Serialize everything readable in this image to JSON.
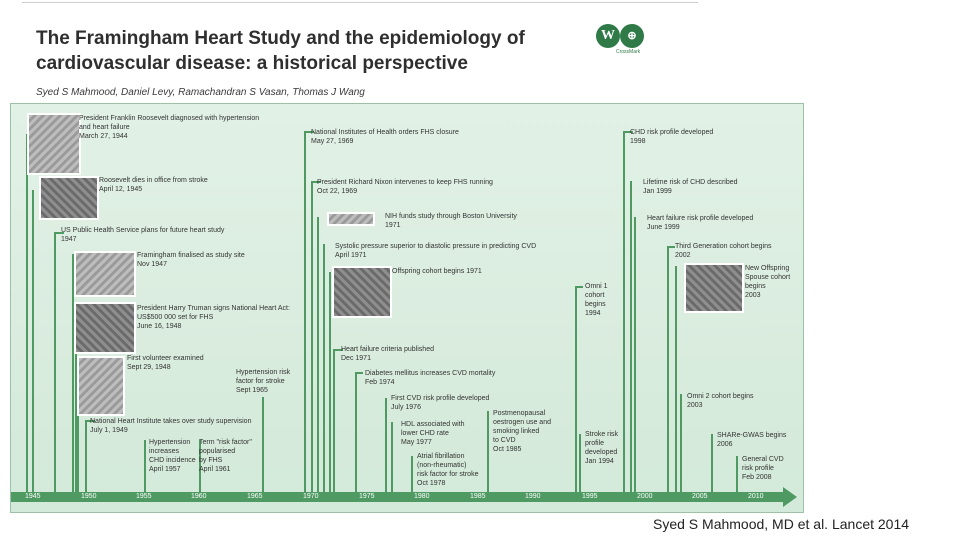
{
  "header": {
    "title_line1": "The Framingham Heart Study and the epidemiology of",
    "title_line2": "cardiovascular disease: a historical perspective",
    "authors": "Syed S Mahmood, Daniel Levy, Ramachandran S Vasan, Thomas J Wang",
    "logo_left": "W",
    "logo_right": "⊕",
    "logo_caption": "CrossMark"
  },
  "credit": "Syed S Mahmood, MD et al. Lancet 2014",
  "events": [
    {
      "id": "roosevelt-hypertension",
      "lines": [
        "President Franklin Roosevelt diagnosed with hypertension",
        "and heart failure",
        "March 27, 1944"
      ]
    },
    {
      "id": "roosevelt-dies",
      "lines": [
        "Roosevelt dies in office from stroke",
        "April 12, 1945"
      ]
    },
    {
      "id": "phs-plans",
      "lines": [
        "US Public Health Service plans for future heart study",
        "1947"
      ]
    },
    {
      "id": "framingham-site",
      "lines": [
        "Framingham finalised as study site",
        "Nov 1947"
      ]
    },
    {
      "id": "truman",
      "lines": [
        "President Harry Truman signs National Heart Act:",
        "US$500 000 set for FHS",
        "June 16, 1948"
      ]
    },
    {
      "id": "first-volunteer",
      "lines": [
        "First volunteer examined",
        "Sept 29, 1948"
      ]
    },
    {
      "id": "nhi-supervision",
      "lines": [
        "National Heart Institute takes over study supervision",
        "July 1, 1949"
      ]
    },
    {
      "id": "hypertension-chd",
      "lines": [
        "Hypertension",
        "increases",
        "CHD incidence",
        "April 1957"
      ]
    },
    {
      "id": "risk-factor-term",
      "lines": [
        "Term \"risk factor\"",
        "popularised",
        "by FHS",
        "April 1961"
      ]
    },
    {
      "id": "hypertension-stroke",
      "lines": [
        "Hypertension risk",
        "factor for stroke",
        "Sept 1965"
      ]
    },
    {
      "id": "nih-closure",
      "lines": [
        "National Institutes of Health orders FHS closure",
        "May 27, 1969"
      ]
    },
    {
      "id": "nixon",
      "lines": [
        "President Richard Nixon intervenes to keep FHS running",
        "Oct 22, 1969"
      ]
    },
    {
      "id": "nih-boston",
      "lines": [
        "NIH funds study through Boston University",
        "1971"
      ]
    },
    {
      "id": "systolic",
      "lines": [
        "Systolic pressure superior to diastolic pressure in predicting CVD",
        "April 1971"
      ]
    },
    {
      "id": "offspring",
      "lines": [
        "Offspring cohort begins 1971"
      ]
    },
    {
      "id": "hf-criteria",
      "lines": [
        "Heart failure criteria published",
        "Dec 1971"
      ]
    },
    {
      "id": "diabetes",
      "lines": [
        "Diabetes mellitus increases CVD mortality",
        "Feb 1974"
      ]
    },
    {
      "id": "first-cvd-profile",
      "lines": [
        "First CVD risk profile developed",
        "July 1976"
      ]
    },
    {
      "id": "hdl",
      "lines": [
        "HDL associated with",
        "lower CHD rate",
        "May 1977"
      ]
    },
    {
      "id": "af",
      "lines": [
        "Atrial fibrillation",
        "(non-rheumatic)",
        "risk factor for stroke",
        "Oct 1978"
      ]
    },
    {
      "id": "postmenopausal",
      "lines": [
        "Postmenopausal",
        "oestrogen use and",
        "smoking linked",
        "to CVD",
        "Oct 1985"
      ]
    },
    {
      "id": "omni1",
      "lines": [
        "Omni 1",
        "cohort",
        "begins",
        "1994"
      ]
    },
    {
      "id": "stroke-profile",
      "lines": [
        "Stroke risk",
        "profile",
        "developed",
        "Jan 1994"
      ]
    },
    {
      "id": "chd-profile",
      "lines": [
        "CHD risk profile developed",
        "1998"
      ]
    },
    {
      "id": "lifetime-chd",
      "lines": [
        "Lifetime risk of CHD described",
        "Jan 1999"
      ]
    },
    {
      "id": "hf-profile",
      "lines": [
        "Heart failure risk profile developed",
        "June 1999"
      ]
    },
    {
      "id": "third-gen",
      "lines": [
        "Third Generation cohort begins",
        "2002"
      ]
    },
    {
      "id": "new-offspring",
      "lines": [
        "New Offspring",
        "Spouse cohort",
        "begins",
        "2003"
      ]
    },
    {
      "id": "omni2",
      "lines": [
        "Omni 2 cohort begins",
        "2003"
      ]
    },
    {
      "id": "share",
      "lines": [
        "SHARe-GWAS begins",
        "2006"
      ]
    },
    {
      "id": "general-cvd",
      "lines": [
        "General CVD",
        "risk profile",
        "Feb 2008"
      ]
    }
  ],
  "axis_years": [
    "1945",
    "1950",
    "1955",
    "1960",
    "1965",
    "1970",
    "1975",
    "1980",
    "1985",
    "1990",
    "1995",
    "2000",
    "2005",
    "2010"
  ],
  "colors": {
    "accent": "#4e9a62",
    "panel_bg": "#dcefe1",
    "title": "#2f2f2f"
  },
  "icons": [
    "wellcome-logo-icon",
    "crossmark-logo-icon"
  ]
}
